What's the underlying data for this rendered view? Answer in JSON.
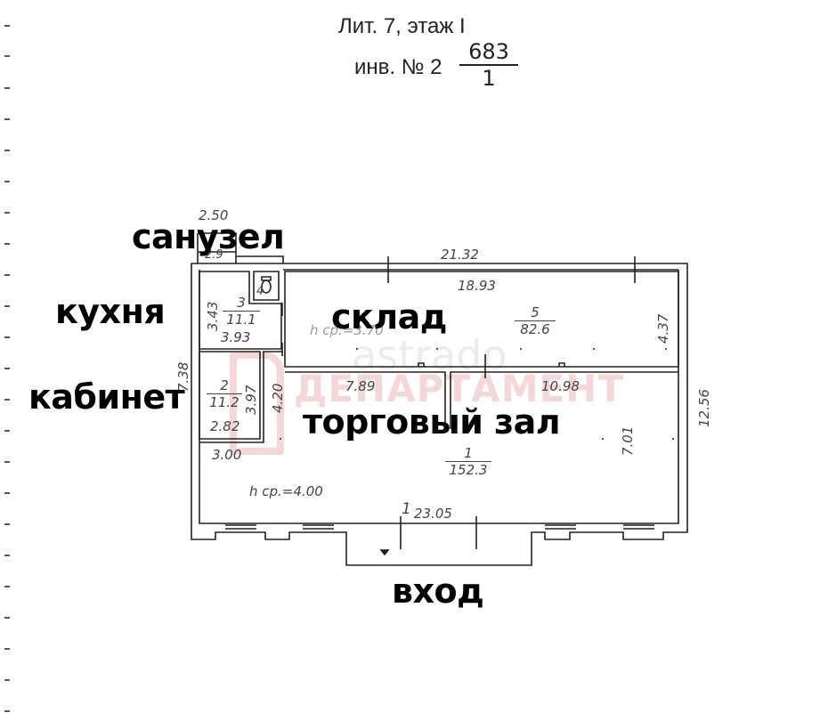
{
  "header": {
    "line1": "Лит. 7,  этаж I",
    "inv_prefix": "инв. № 2",
    "inv_numerator": "683",
    "inv_denominator": "1"
  },
  "labels": {
    "sanuzel": "санузел",
    "kitchen": "кухня",
    "office": "кабинет",
    "storage": "склад",
    "sales_hall": "торговый зал",
    "entrance": "вход"
  },
  "rooms": [
    {
      "number": "1",
      "area": "152.3",
      "label": "торговый зал"
    },
    {
      "number": "2",
      "area": "11.2",
      "label": "кабинет"
    },
    {
      "number": "3",
      "area": "11.1",
      "label": "кухня"
    },
    {
      "number": "4",
      "area": "2.9",
      "label": "санузел"
    },
    {
      "number": "5",
      "area": "82.6",
      "label": "склад"
    }
  ],
  "dimensions": {
    "top_small": "2.50",
    "top_overall": "21.32",
    "storage_width": "18.93",
    "storage_height": "4.37",
    "right_overall": "12.56",
    "kitchen_height": "3.43",
    "kitchen_width": "3.93",
    "office_height": "3.97",
    "office_width": "2.82",
    "corridor_height": "4.20",
    "left_partial": "7.38",
    "hall_left_width": "7.89",
    "hall_right_width": "10.98",
    "hall_height": "7.01",
    "lobby_width": "3.00",
    "bottom_overall": "23.05",
    "section_mark": "1",
    "hall_ceiling": "h ср.=4.00",
    "storage_ceiling": "h ср.=3.70",
    "sanuzel_area_partial": "2.9"
  },
  "watermark": {
    "text_top": "astrado",
    "text_main": "ДЕПАРТАМЕНТ",
    "color": "#e8a0a0"
  }
}
